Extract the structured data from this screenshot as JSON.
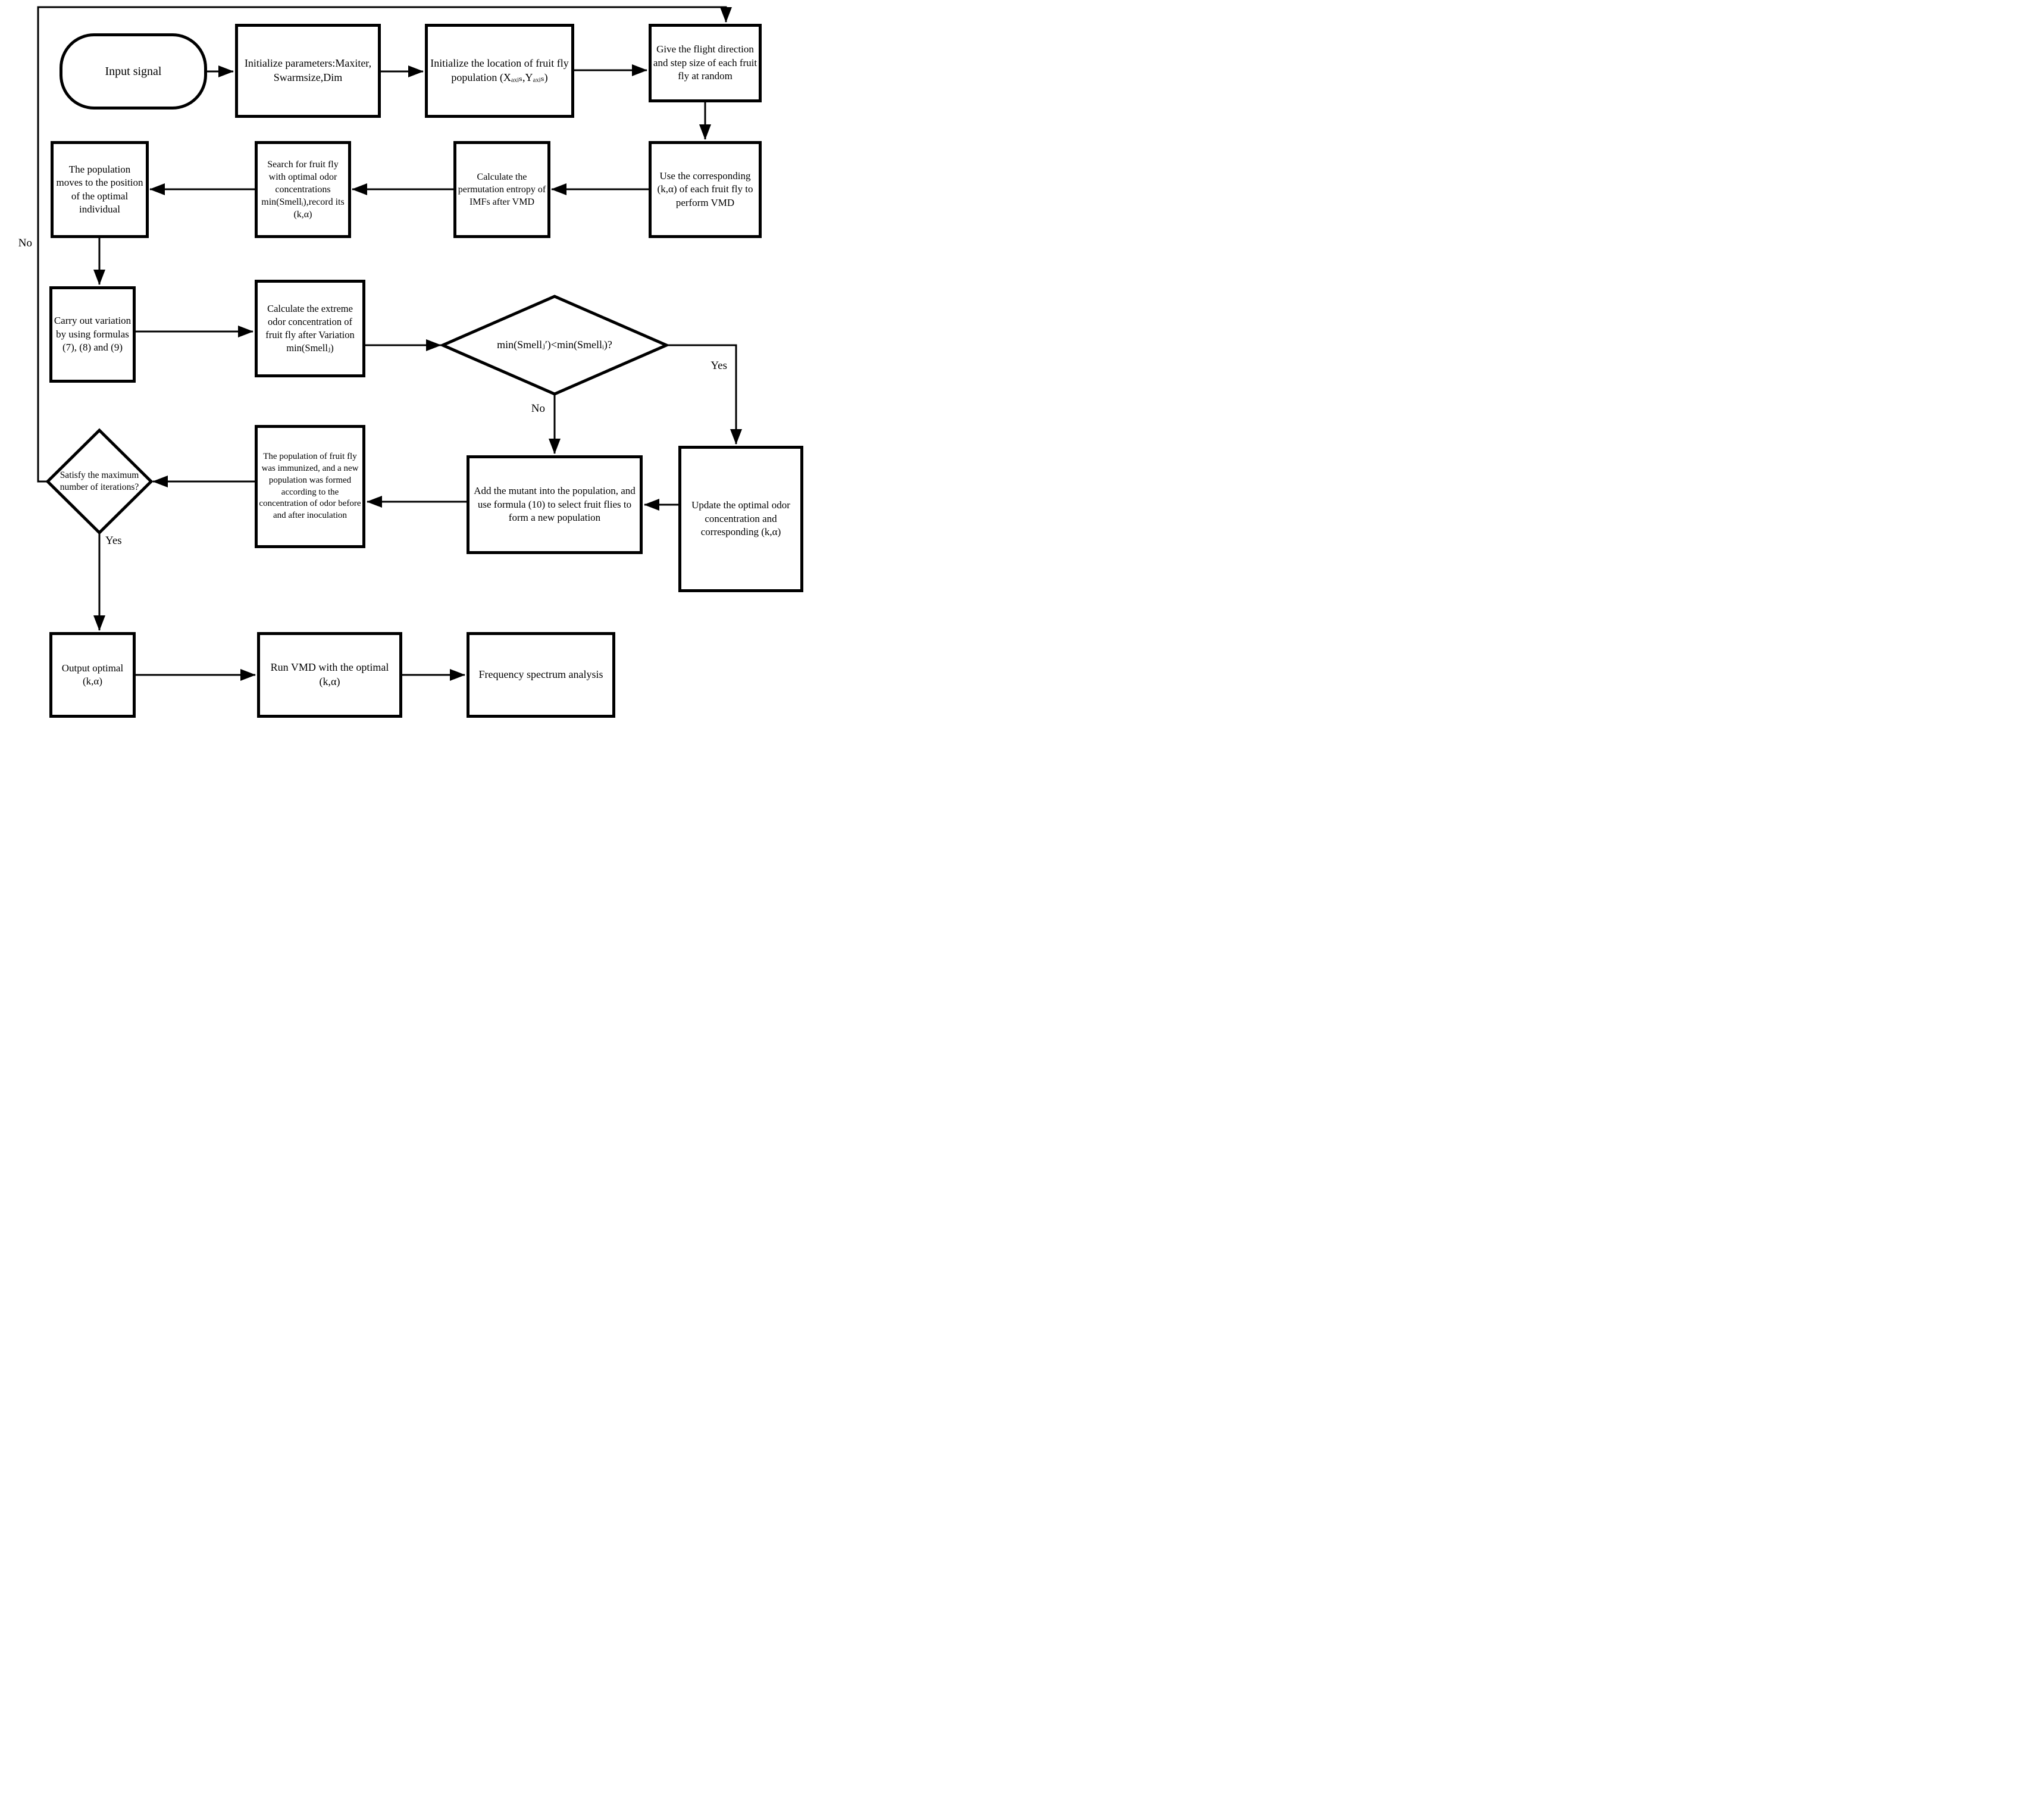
{
  "colors": {
    "ink": "#000000",
    "paper": "#ffffff"
  },
  "nodes": {
    "input_signal": {
      "shape": "stadium",
      "label": "Input signal"
    },
    "init_params": {
      "shape": "process",
      "label": "Initialize parameters:Maxiter, Swarmsize,Dim"
    },
    "init_location": {
      "shape": "process",
      "label": "Initialize the location of fruit fly population (Xₐₓᵢₛ,Yₐₓᵢₛ)"
    },
    "flight_random": {
      "shape": "process",
      "label": "Give the flight direction and step size of each fruit fly at random"
    },
    "perform_vmd": {
      "shape": "process",
      "label": "Use the corresponding (k,α) of each fruit fly to perform VMD"
    },
    "perm_entropy": {
      "shape": "process",
      "label": "Calculate the permutation entropy of IMFs after VMD"
    },
    "search_optimal": {
      "shape": "process",
      "label": "Search for fruit fly with optimal odor concentrations min(Smellᵢ),record its (k,α)"
    },
    "population_moves": {
      "shape": "process",
      "label": "The population moves to the position of the optimal individual"
    },
    "variation": {
      "shape": "process",
      "label": "Carry out variation by using formulas (7), (8) and (9)"
    },
    "extreme_odor": {
      "shape": "process",
      "label": "Calculate the extreme odor concentration of fruit fly after Variation min(Smellⱼ)"
    },
    "smell_compare": {
      "shape": "decision",
      "label": "min(Smellⱼ′)<min(Smellᵢ)?"
    },
    "update_optimal": {
      "shape": "process",
      "label": "Update the optimal odor concentration and corresponding (k,α)"
    },
    "add_mutant": {
      "shape": "process",
      "label": "Add the mutant into the population, and use formula (10) to select fruit flies to form a new population"
    },
    "immunized": {
      "shape": "process",
      "label": "The population of fruit fly was immunized, and a new population was formed according to the concentration of odor before and after inoculation"
    },
    "max_iterations": {
      "shape": "decision",
      "label": "Satisfy the maximum number of iterations?"
    },
    "output_optimal": {
      "shape": "process",
      "label": "Output optimal (k,α)"
    },
    "run_vmd": {
      "shape": "process",
      "label": "Run VMD with the optimal (k,α)"
    },
    "spectrum": {
      "shape": "process",
      "label": "Frequency spectrum analysis"
    }
  },
  "branch_labels": {
    "compare_no": "No",
    "compare_yes": "Yes",
    "iterations_yes": "Yes",
    "iterations_no": "No"
  }
}
